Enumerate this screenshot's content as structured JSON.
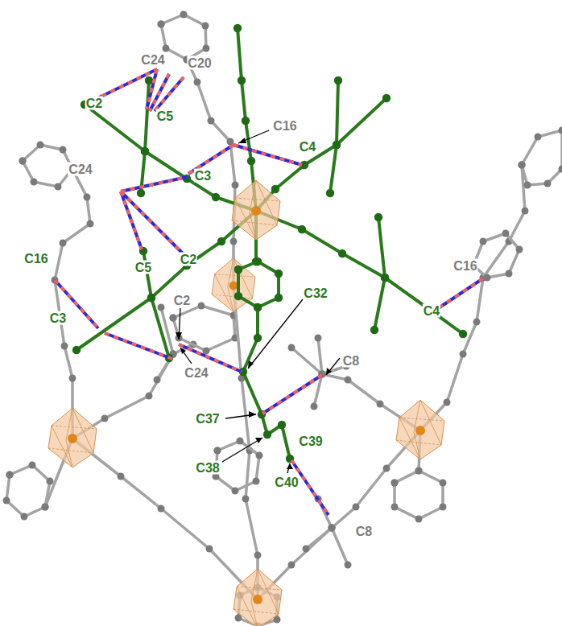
{
  "diagram": {
    "labels": [
      "C24",
      "C20",
      "C2",
      "C5",
      "C16",
      "C4",
      "C24",
      "C3",
      "C16",
      "C2",
      "C5",
      "C16",
      "C32",
      "C2",
      "C3",
      "C4",
      "C8",
      "C24",
      "C37",
      "C39",
      "C38",
      "C40",
      "C8"
    ]
  }
}
